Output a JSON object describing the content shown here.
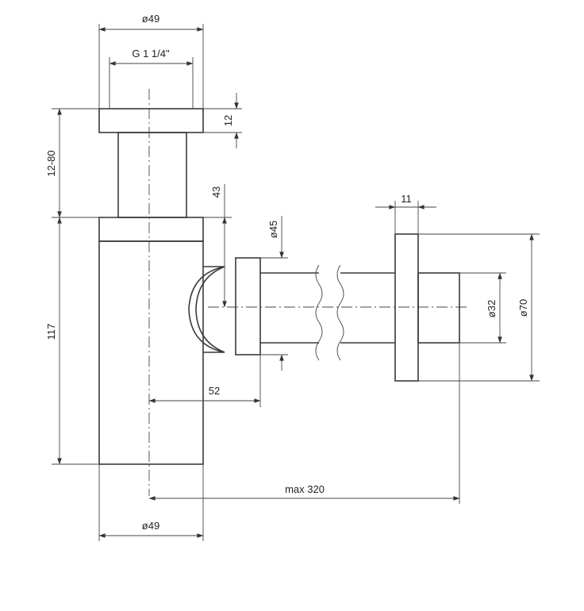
{
  "dimensions": {
    "top_diameter": "ø49",
    "thread": "G 1 1/4\"",
    "cap_height": "12",
    "adjust_range": "12-80",
    "body_height": "117",
    "outlet_offset": "43",
    "nut_diameter": "ø45",
    "body_to_nut": "52",
    "bottom_diameter": "ø49",
    "max_length": "max 320",
    "flange_thickness": "11",
    "pipe_diameter": "ø32",
    "flange_diameter": "ø70"
  }
}
